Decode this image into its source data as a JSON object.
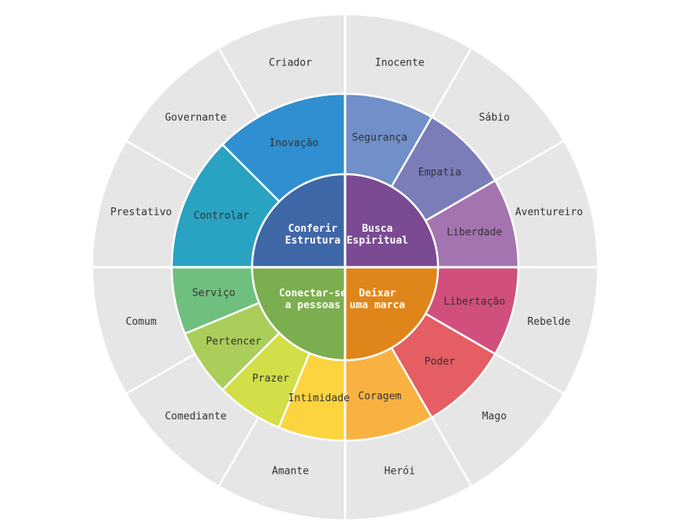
{
  "wheel": {
    "quadrants": [
      {
        "label_lines": [
          "Conferir",
          "Estrutura"
        ],
        "color": "#3E67A8",
        "mid": [
          {
            "label": "Controlar",
            "color": "#2AA2C1"
          },
          {
            "label": "Inovação",
            "color": "#2F8FD0"
          }
        ]
      },
      {
        "label_lines": [
          "Busca",
          "Espiritual"
        ],
        "color": "#7A4A93",
        "mid": [
          {
            "label": "Segurança",
            "color": "#718FC8"
          },
          {
            "label": "Empatia",
            "color": "#7A7DB8"
          },
          {
            "label": "Liberdade",
            "color": "#A474B0"
          }
        ]
      },
      {
        "label_lines": [
          "Deixar",
          "uma marca"
        ],
        "color": "#E08519",
        "mid": [
          {
            "label": "Libertação",
            "color": "#D14F7C"
          },
          {
            "label": "Poder",
            "color": "#E45E63"
          },
          {
            "label": "Coragem",
            "color": "#F9B242"
          }
        ]
      },
      {
        "label_lines": [
          "Conectar-se",
          "a pessoas"
        ],
        "color": "#7BAE4E",
        "mid": [
          {
            "label": "Intimidade",
            "color": "#FCD43F"
          },
          {
            "label": "Prazer",
            "color": "#D3DE48"
          },
          {
            "label": "Pertencer",
            "color": "#AACE59"
          },
          {
            "label": "Serviço",
            "color": "#6FC07F"
          }
        ]
      }
    ],
    "outer": [
      "Inocente",
      "Sábio",
      "Aventureiro",
      "Rebelde",
      "Mago",
      "Herói",
      "Amante",
      "Comediante",
      "Comum",
      "Prestativo",
      "Governante",
      "Criador"
    ],
    "outer_color": "#E6E6E7",
    "separator_color": "#ffffff"
  }
}
